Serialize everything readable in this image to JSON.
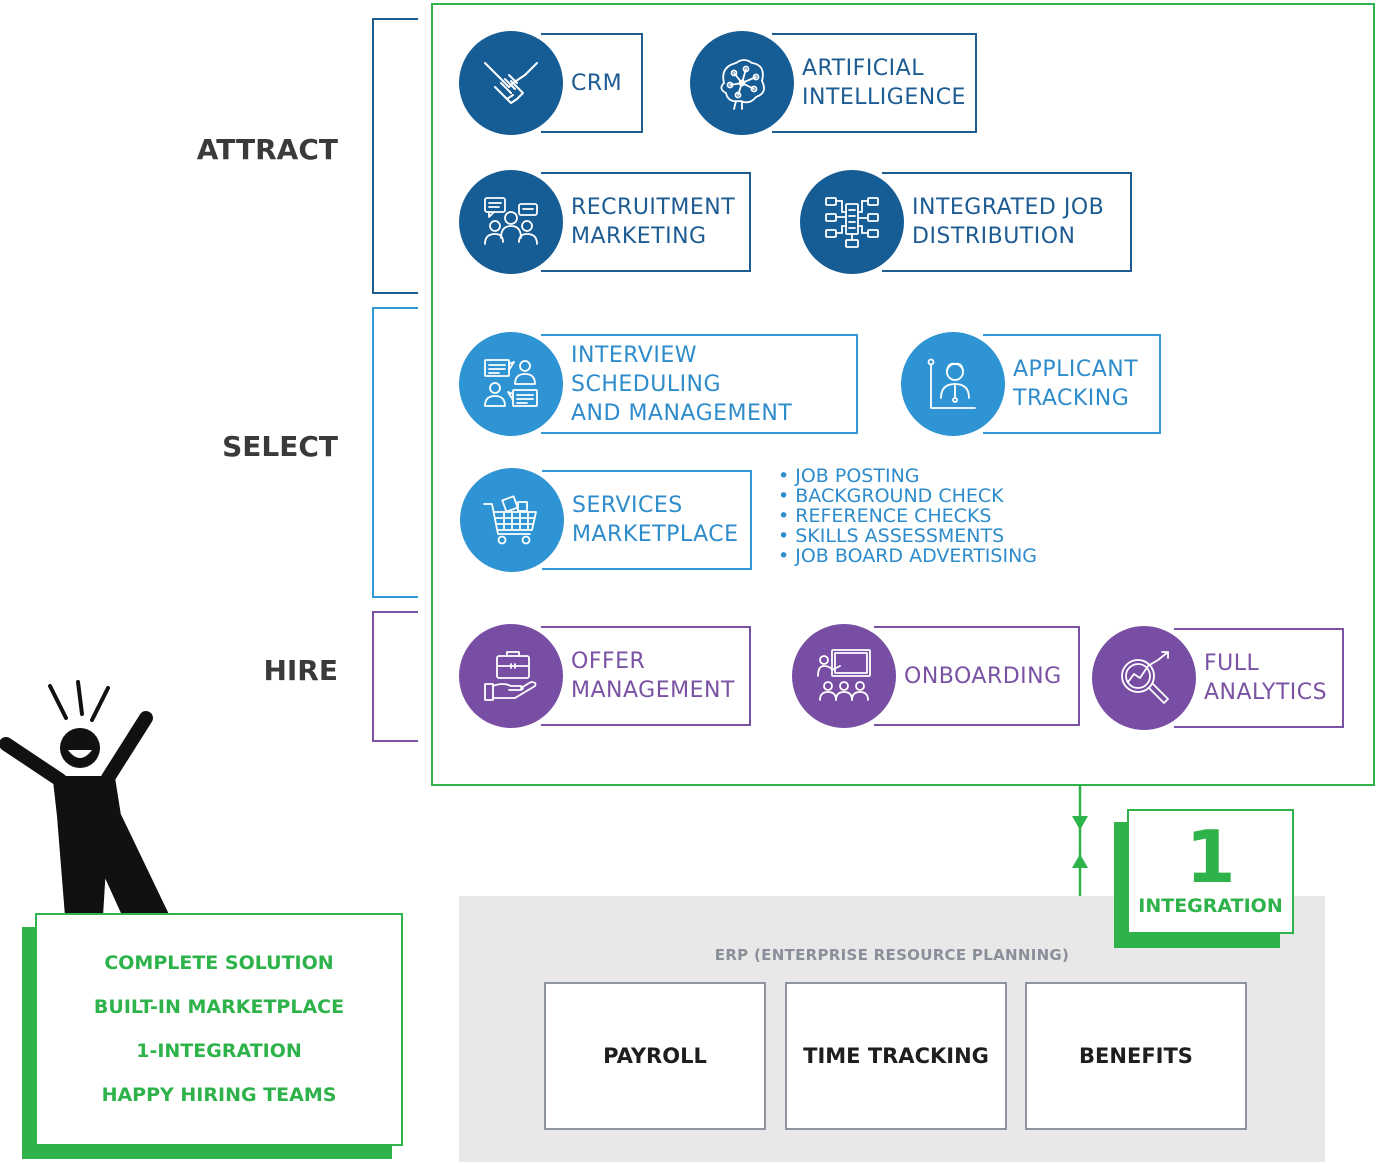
{
  "stages": {
    "attract": "ATTRACT",
    "select": "SELECT",
    "hire": "HIRE"
  },
  "attract": {
    "crm": "CRM",
    "ai": "ARTIFICIAL\nINTELLIGENCE",
    "recruitment_marketing": "RECRUITMENT\nMARKETING",
    "job_distribution": "INTEGRATED JOB\nDISTRIBUTION"
  },
  "select": {
    "interview": "INTERVIEW SCHEDULING\nAND MANAGEMENT",
    "tracking": "APPLICANT\nTRACKING",
    "marketplace": "SERVICES\nMARKETPLACE",
    "marketplace_items": [
      "JOB POSTING",
      "BACKGROUND CHECK",
      "REFERENCE CHECKS",
      "SKILLS ASSESSMENTS",
      "JOB BOARD ADVERTISING"
    ]
  },
  "hire": {
    "offer": "OFFER\nMANAGEMENT",
    "onboarding": "ONBOARDING",
    "analytics": "FULL\nANALYTICS"
  },
  "integration": {
    "number": "1",
    "label": "INTEGRATION"
  },
  "erp": {
    "title": "ERP (ENTERPRISE RESOURCE PLANNING)",
    "modules": [
      "PAYROLL",
      "TIME TRACKING",
      "BENEFITS"
    ]
  },
  "summary": [
    "COMPLETE SOLUTION",
    "BUILT-IN MARKETPLACE",
    "1-INTEGRATION",
    "HAPPY HIRING TEAMS"
  ],
  "colors": {
    "attract": "#165c95",
    "select": "#2f94d3",
    "hire": "#774ea3",
    "accent": "#2db34a",
    "erp_bg": "#e8e8e9"
  },
  "icons": [
    "handshake-icon",
    "brain-network-icon",
    "people-chat-icon",
    "flowchart-icon",
    "interview-icon",
    "applicant-icon",
    "shopping-cart-icon",
    "briefcase-hand-icon",
    "presentation-icon",
    "analytics-magnifier-icon",
    "happy-person-icon"
  ]
}
